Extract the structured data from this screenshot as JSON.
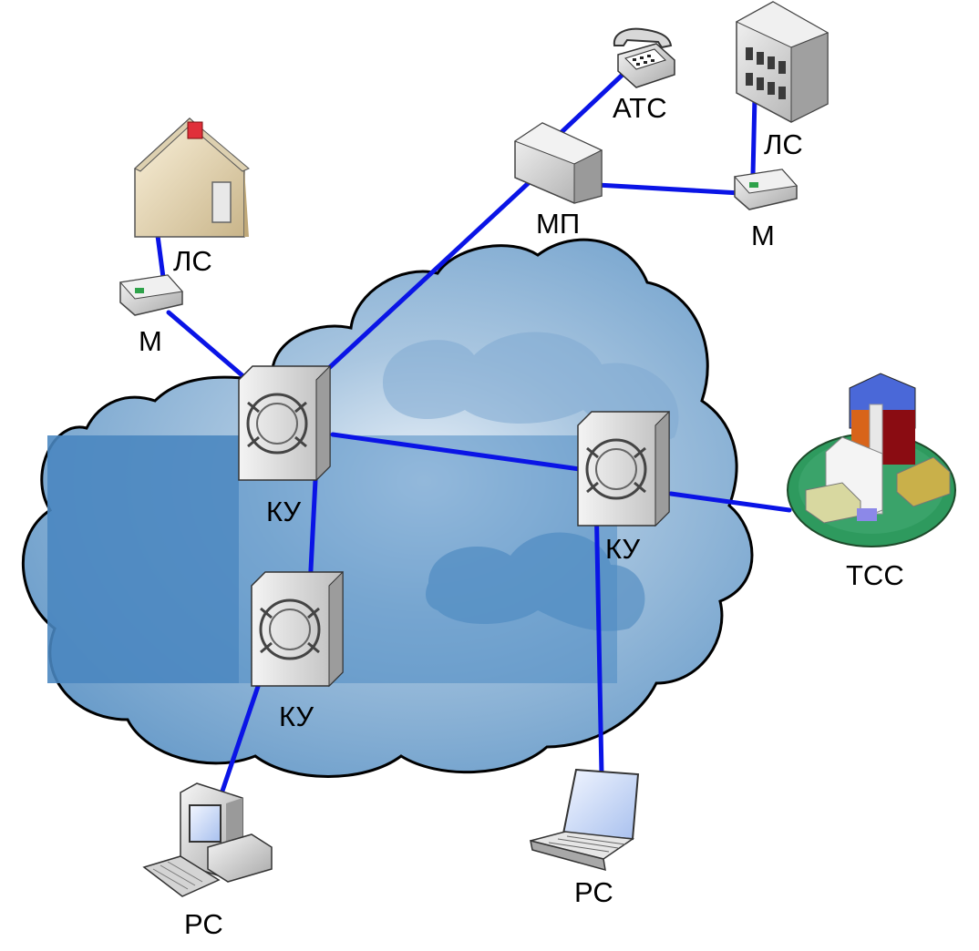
{
  "labels": {
    "ku_top_left": "КУ",
    "ku_bottom": "КУ",
    "ku_right": "КУ",
    "ls_house": "ЛС",
    "ls_building": "ЛС",
    "m_left": "М",
    "m_right": "М",
    "mp": "МП",
    "ats": "АТС",
    "tss": "ТСС",
    "pc_desktop": "РС",
    "pc_laptop": "РС"
  },
  "colors": {
    "link": "#0a14e6",
    "cloud_fill_light": "#c9d8e8",
    "cloud_fill_dark": "#4a88c0",
    "cloud_outline": "#000000",
    "island_green": "#2e9a5e"
  }
}
